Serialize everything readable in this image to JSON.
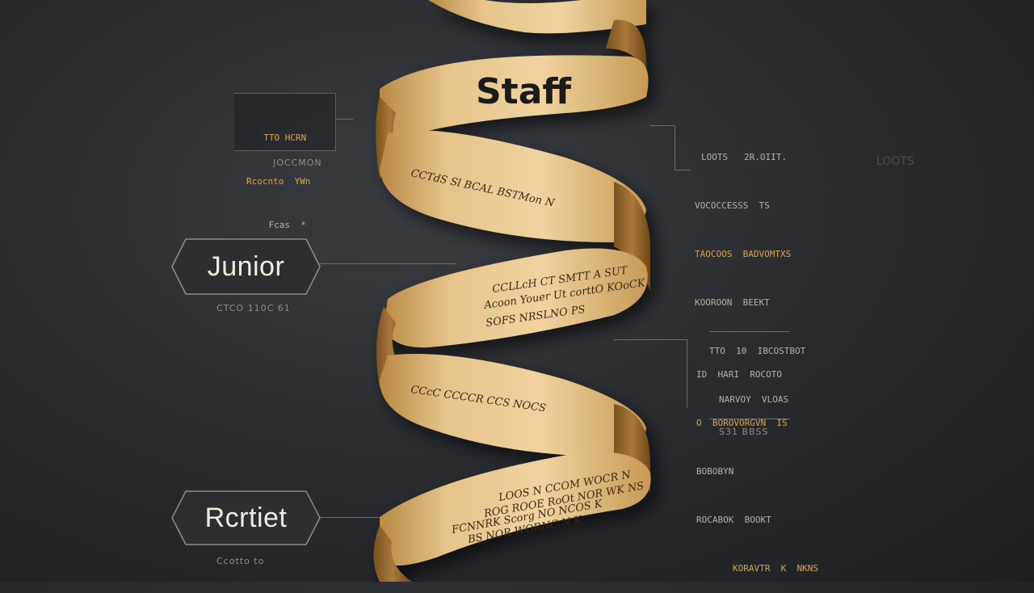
{
  "title": "Staff",
  "nodes": [
    {
      "label": "Junior",
      "caption": "CTCO 110C 61"
    },
    {
      "label": "Rcrtiet",
      "caption": "Ccotto to"
    }
  ],
  "ribbon_texts": [
    "CCTdS  Sl  BCAL  BSTMon  N",
    "CCLLcH  CT  SMTT  A  SUT",
    "Acoon  Youer  Ut  corttO  KOoCK",
    "SOFS  NRSLNO  PS",
    "CCcC  CCCCR  CCS  NOCS",
    "LOOS  N  CCOM  WOCR  N",
    "ROG  ROOE  RoOt  NOR  WK  NS",
    "FCNNRK  Scorg  NO  NCOS  K",
    "BS  NOR  WORNC  N  K"
  ],
  "notes": {
    "left_top": {
      "lines": [
        "TTO HCRN",
        "Rcocnto  YWn",
        "Fcas  *"
      ],
      "caption": "JOCCMON"
    },
    "right_top": {
      "lines": [
        "LOOTS   2R.OIIT.",
        "VOCOCCESSS  TS",
        "TAOCOOS  BADVOMTXS",
        "KOOROON  BEEKT",
        "TTO  10  IBCOSTBOT",
        "NARVOY  VLOAS"
      ]
    },
    "right_mid": {
      "lines": [
        "ID  HARI  ROCOTO",
        "O  BOROVORGVN  IS",
        "BOBOBYN",
        "ROCABOK  BOOKT",
        "KORAVTR  K  NKNS"
      ],
      "caption": "S31  BBSS"
    },
    "ghost": "LOOTS"
  },
  "colors": {
    "background": "#2a2c30",
    "ribbon": "#d8ae6a",
    "ribbon_dark": "#8e6526",
    "accent": "#d9a64a"
  }
}
